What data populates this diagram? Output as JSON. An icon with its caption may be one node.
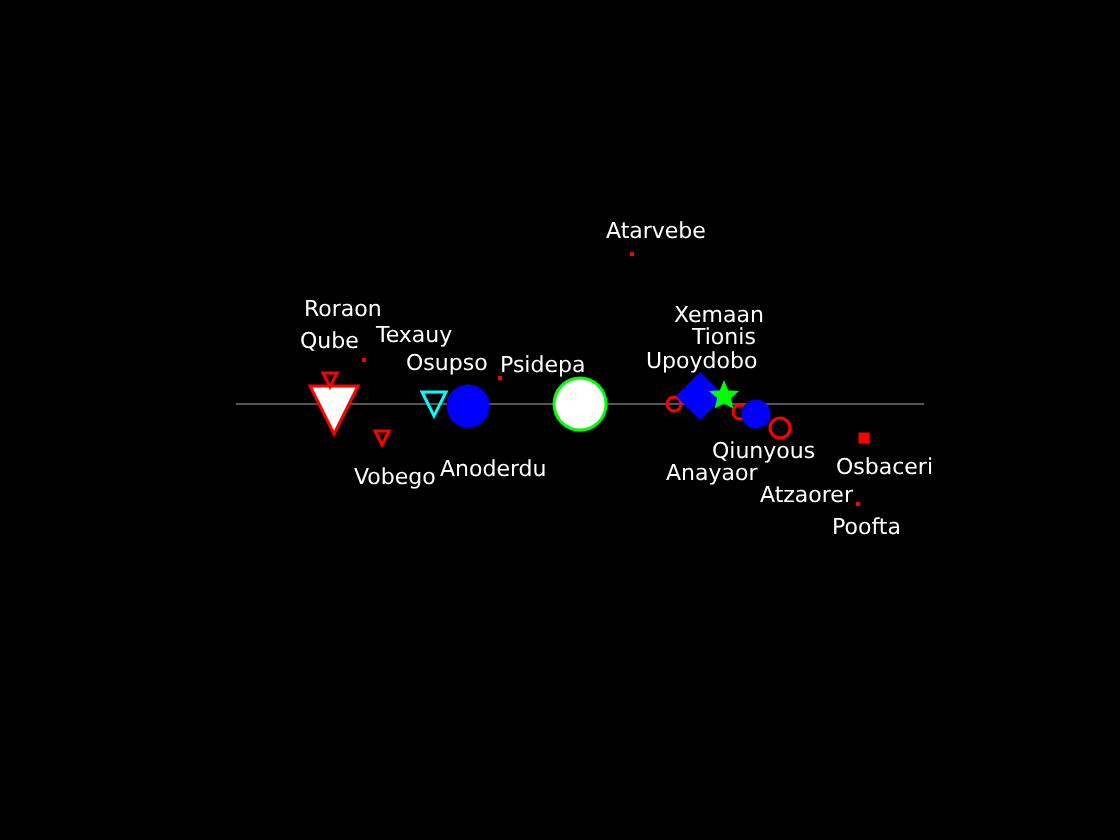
{
  "diagram": {
    "nodes": [
      {
        "text": [],
        "shape": "triangle"
      },
      {
        "text": [],
        "shape": "triangle"
      },
      {
        "text": [],
        "shape": "triangle"
      },
      {
        "text": [],
        "shape": "triangle"
      },
      {
        "text": [],
        "shape": "circle"
      },
      {
        "text": [],
        "shape": "circle"
      },
      {
        "text": [],
        "shape": "circle"
      },
      {
        "text": [],
        "shape": "diamond"
      },
      {
        "text": [],
        "shape": "star"
      },
      {
        "text": [],
        "shape": "circle"
      },
      {
        "text": [],
        "shape": "circle"
      },
      {
        "text": [],
        "shape": "circle"
      },
      {
        "text": [],
        "shape": "box"
      }
    ],
    "labels": [
      "Atarvebe",
      "Roraon",
      "Qube",
      "Texauy",
      "Osupso",
      "Psidepa",
      "Xemaan",
      "Tionis",
      "Upoydobo",
      "Vobego",
      "Anoderdu",
      "Qiunyous",
      "Anayaor",
      "Atzaorer",
      "Osbaceri",
      "Poofta"
    ]
  }
}
